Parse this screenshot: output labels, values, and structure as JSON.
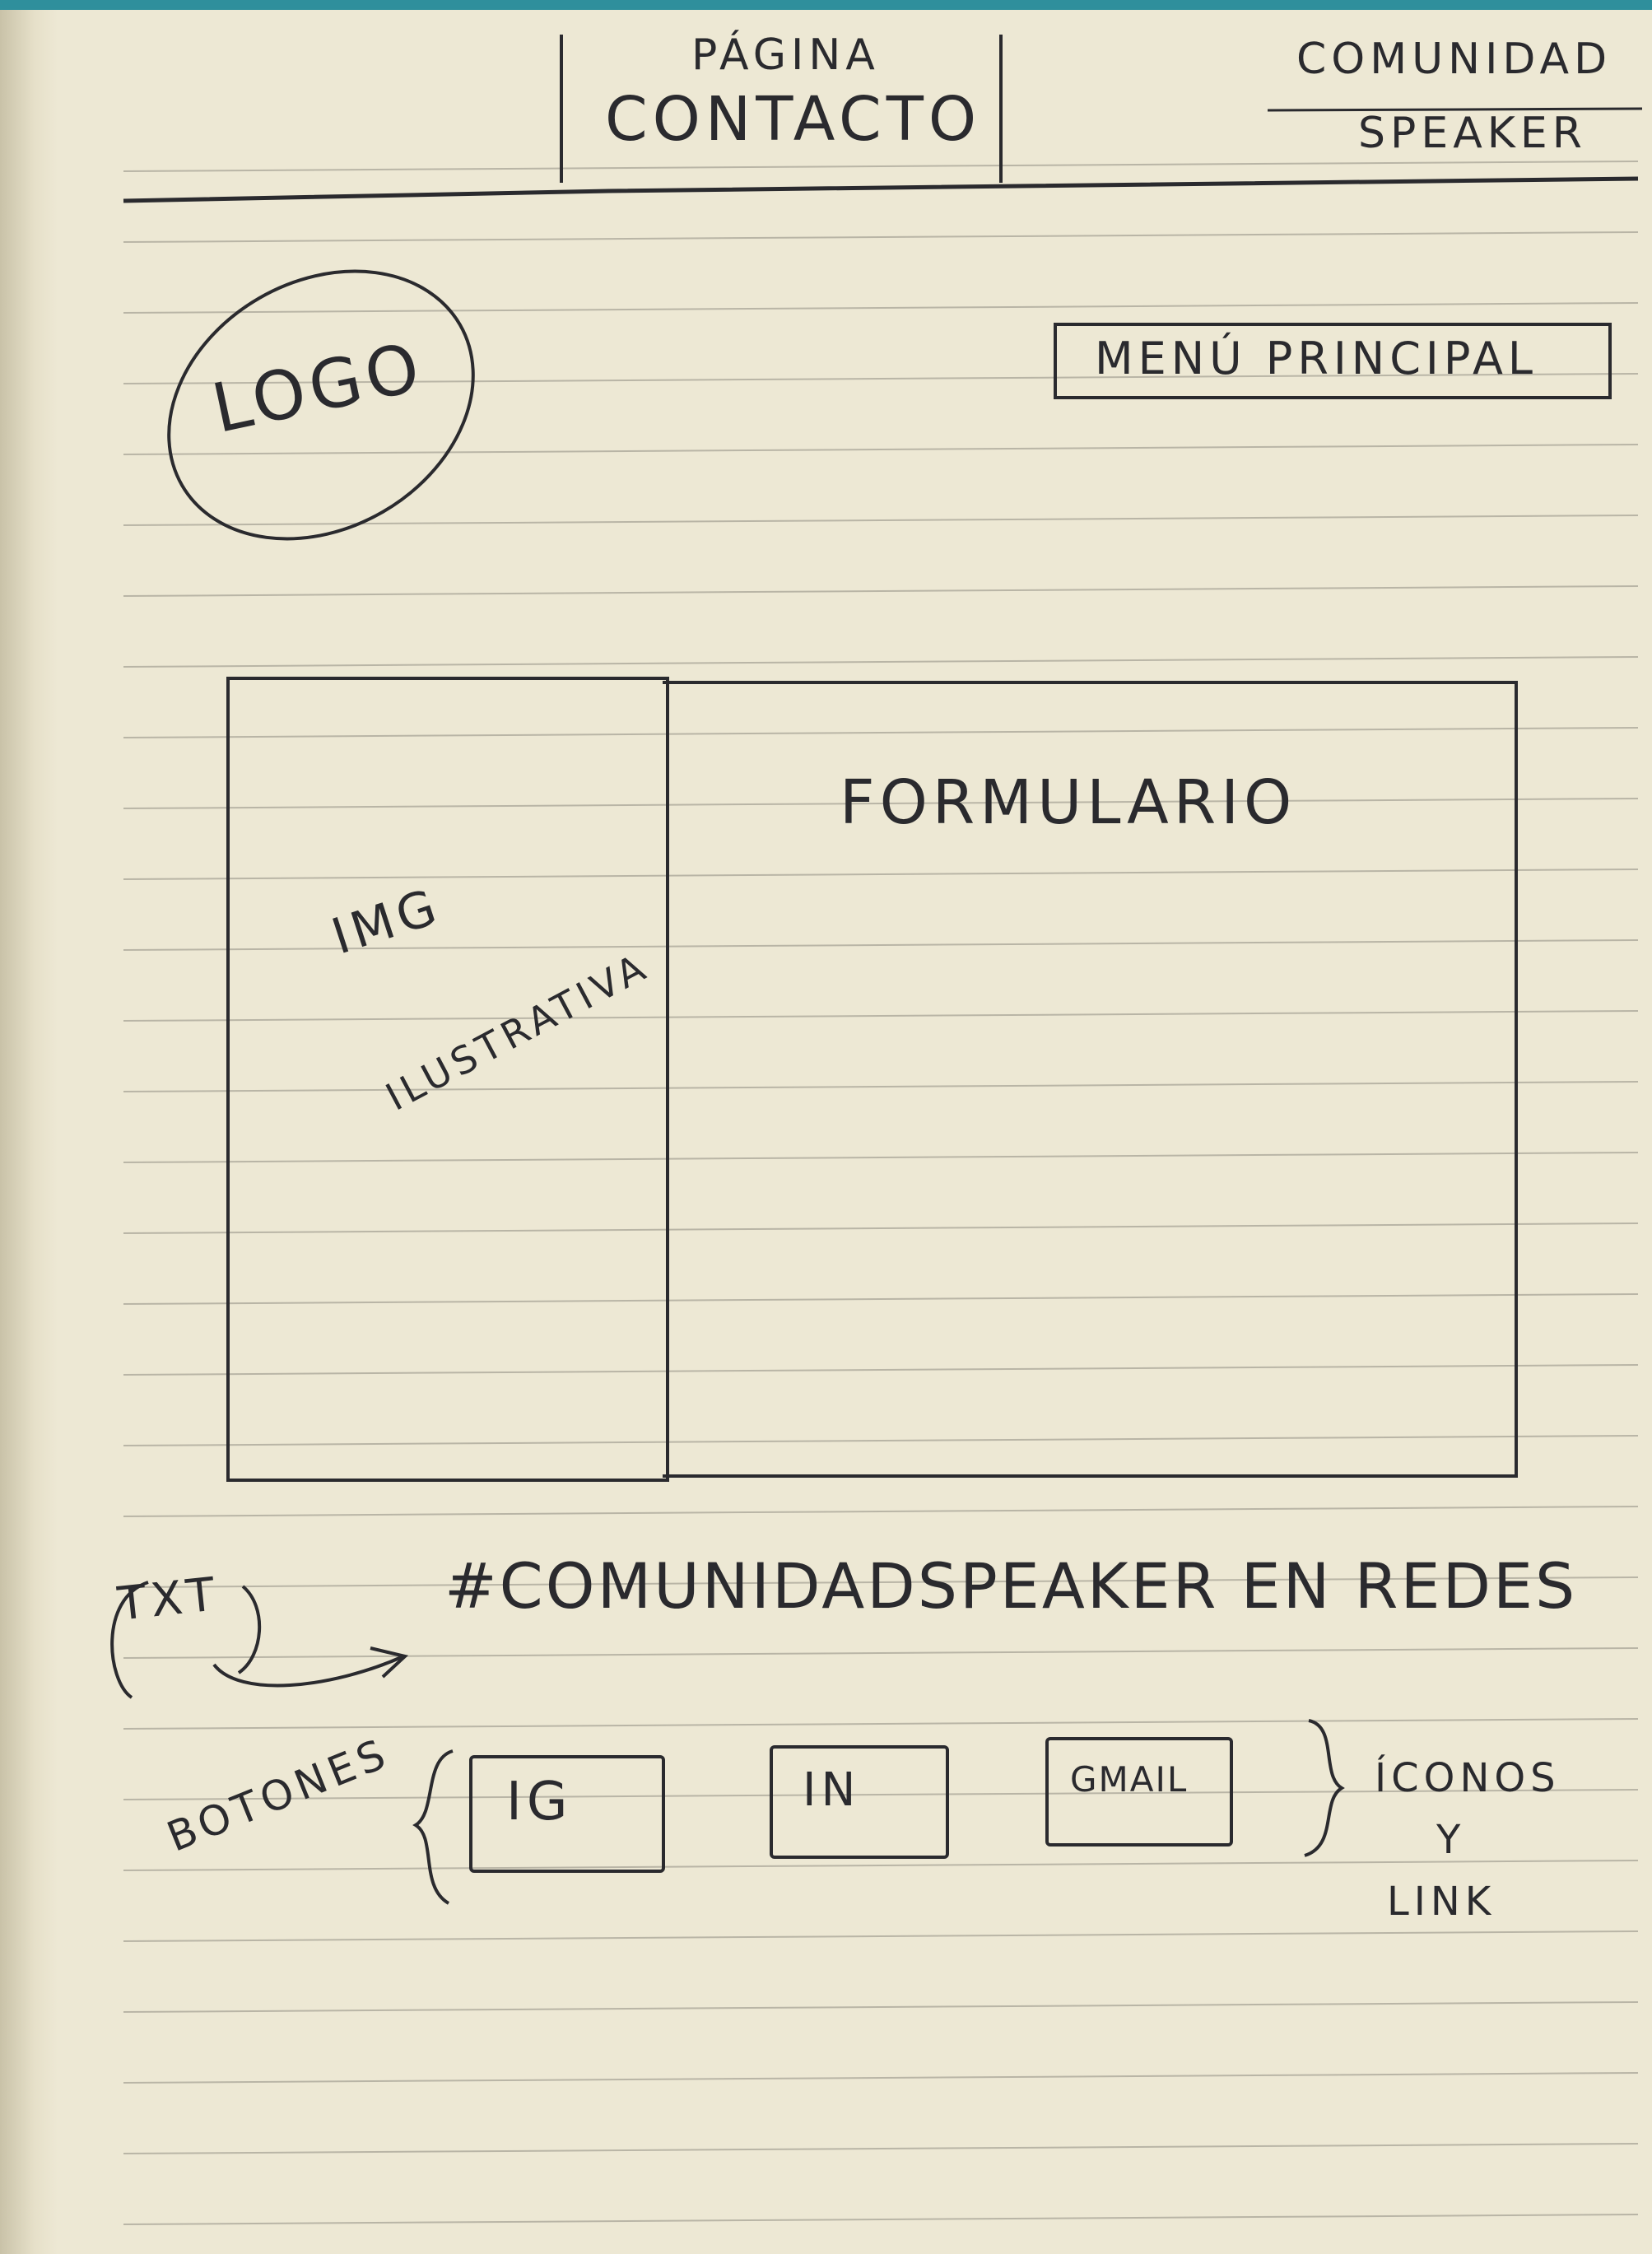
{
  "header": {
    "page_label_line1": "PÁGINA",
    "page_label_line2": "CONTACTO",
    "brand_line1": "COMUNIDAD",
    "brand_line2": "SPEAKER"
  },
  "logo": {
    "label": "LOGO"
  },
  "menu": {
    "label": "MENÚ PRINCIPAL"
  },
  "content": {
    "image_label_1": "IMG",
    "image_label_2": "ILUSTRATIVA",
    "form_label": "FORMULARIO"
  },
  "social": {
    "txt_note": "TXT",
    "heading": "#COMUNIDADSPEAKER EN REDES",
    "buttons_note": "BOTONES",
    "buttons": [
      "IG",
      "IN",
      "GMAIL"
    ],
    "icons_note_1": "ÍCONOS",
    "icons_note_2": "Y",
    "icons_note_3": "LINK"
  },
  "colors": {
    "ink": "#2a2a2e",
    "paper": "#ede8d4",
    "rule": "#b9b5a6",
    "cover": "#2f8f9c"
  }
}
